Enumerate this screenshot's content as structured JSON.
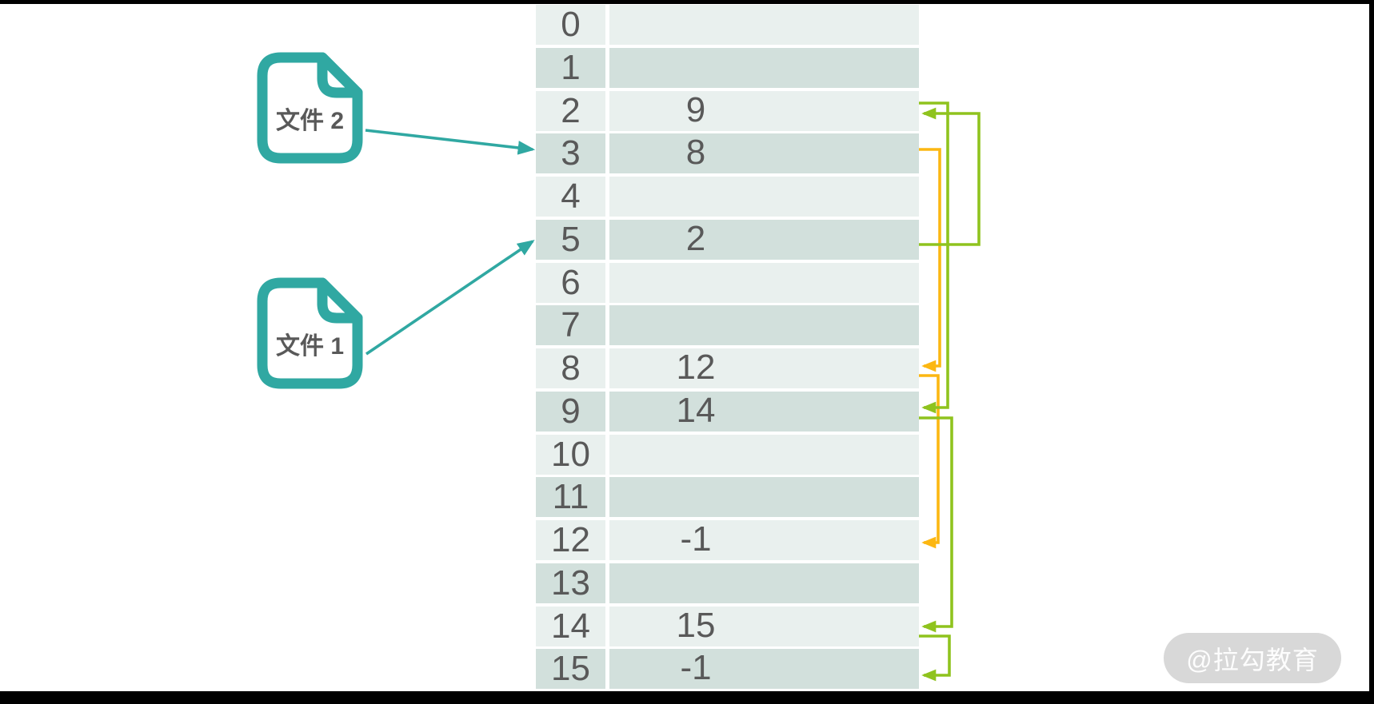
{
  "colors": {
    "teal": "#30A8A2",
    "green": "#8FC31E",
    "orange": "#FCB712",
    "row_light": "#E9F0EE",
    "row_dark": "#D2E0DC",
    "text": "#595959",
    "watermark_bg": "#D8D8D8"
  },
  "files": [
    {
      "label": "文件 2",
      "points_to": 3
    },
    {
      "label": "文件 1",
      "points_to": 5
    }
  ],
  "fat_table": {
    "rows": [
      {
        "index": "0",
        "value": ""
      },
      {
        "index": "1",
        "value": ""
      },
      {
        "index": "2",
        "value": "9"
      },
      {
        "index": "3",
        "value": "8"
      },
      {
        "index": "4",
        "value": ""
      },
      {
        "index": "5",
        "value": "2"
      },
      {
        "index": "6",
        "value": ""
      },
      {
        "index": "7",
        "value": ""
      },
      {
        "index": "8",
        "value": "12"
      },
      {
        "index": "9",
        "value": "14"
      },
      {
        "index": "10",
        "value": ""
      },
      {
        "index": "11",
        "value": ""
      },
      {
        "index": "12",
        "value": "-1"
      },
      {
        "index": "13",
        "value": ""
      },
      {
        "index": "14",
        "value": "15"
      },
      {
        "index": "15",
        "value": "-1"
      }
    ]
  },
  "chains": [
    {
      "name": "file2-chain",
      "color_key": "orange",
      "links": [
        {
          "from": 3,
          "to": 8
        },
        {
          "from": 8,
          "to": 12
        }
      ]
    },
    {
      "name": "file1-chain",
      "color_key": "green",
      "links": [
        {
          "from": 5,
          "to": 2
        },
        {
          "from": 2,
          "to": 9
        },
        {
          "from": 9,
          "to": 14
        },
        {
          "from": 14,
          "to": 15
        }
      ]
    }
  ],
  "watermark": {
    "text": "@拉勾教育"
  }
}
